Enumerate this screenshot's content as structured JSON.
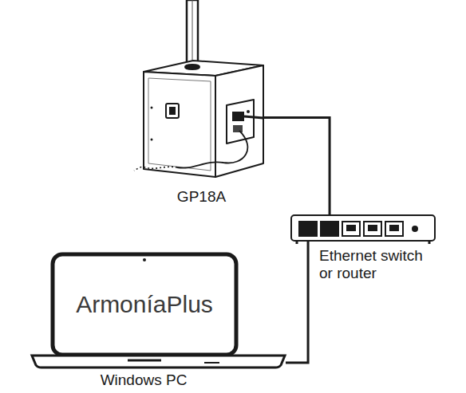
{
  "diagram": {
    "nodes": [
      {
        "text": [
          "GP18A"
        ]
      },
      {
        "text": [
          "Ethernet switch or router"
        ]
      },
      {
        "text": [
          "ArmoníaPlus",
          "Windows PC"
        ]
      }
    ],
    "edges": [
      {
        "from": 0,
        "to": 1,
        "arrow": "none"
      },
      {
        "from": 2,
        "to": 1,
        "arrow": "none"
      }
    ]
  }
}
